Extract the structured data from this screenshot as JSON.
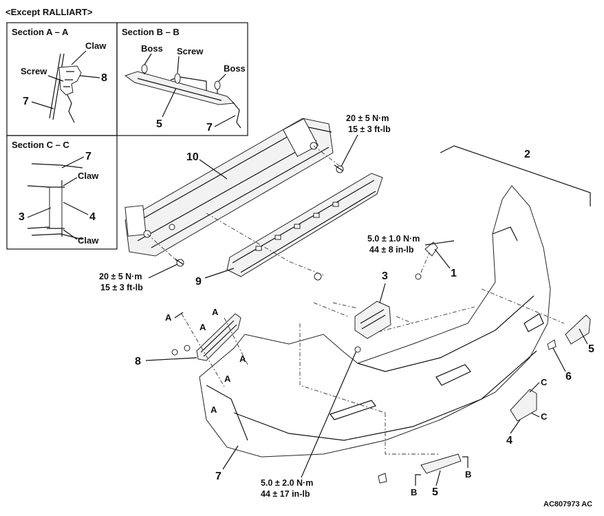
{
  "header": {
    "title": "<Except RALLIART>"
  },
  "sections": {
    "a": {
      "title": "Section A – A",
      "claw": "Claw",
      "screw": "Screw",
      "n8": "8",
      "n7": "7"
    },
    "b": {
      "title": "Section B – B",
      "boss_left": "Boss",
      "screw": "Screw",
      "boss_right": "Boss",
      "n5": "5",
      "n7": "7"
    },
    "c": {
      "title": "Section C – C",
      "n7": "7",
      "claw_top": "Claw",
      "n3": "3",
      "n4": "4",
      "claw_bottom": "Claw"
    }
  },
  "callouts": {
    "n1": "1",
    "n2": "2",
    "n3": "3",
    "n4": "4",
    "n5_right": "5",
    "n5_bottom": "5",
    "n6": "6",
    "n7": "7",
    "n8": "8",
    "n9": "9",
    "n10": "10"
  },
  "torques": {
    "top_nm": "20 ± 5 N·m",
    "top_ftlb": "15 ± 3 ft-lb",
    "left_nm": "20 ± 5 N·m",
    "left_ftlb": "15 ± 3 ft-lb",
    "mid_nm": "5.0 ± 1.0 N·m",
    "mid_inlb": "44 ± 8 in-lb",
    "bottom_nm": "5.0 ± 2.0 N·m",
    "bottom_inlb": "44 ± 17 in-lb"
  },
  "section_markers": {
    "a": "A",
    "b": "B",
    "c": "C"
  },
  "figure_code": "AC807973 AC"
}
